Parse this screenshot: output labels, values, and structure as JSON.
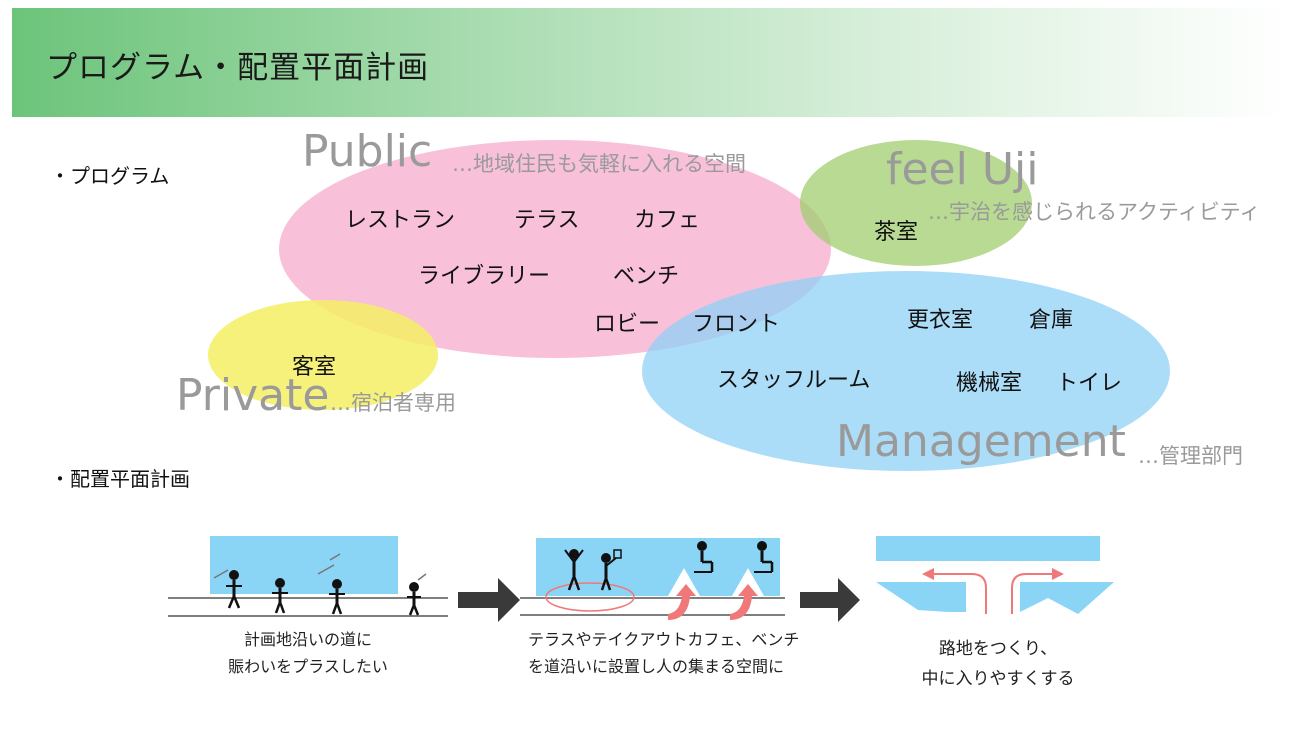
{
  "header": {
    "title": "プログラム・配置平面計画"
  },
  "sections": {
    "program": "・プログラム",
    "layout": "・配置平面計画"
  },
  "zones": {
    "public": {
      "label": "Public",
      "desc": "…地域住民も気軽に入れる空間",
      "color": "#f6b8d4"
    },
    "feel_uji": {
      "label": "feel Uji",
      "desc": "…宇治を感じられるアクティビティ",
      "color": "#a9d27e"
    },
    "private": {
      "label": "Private",
      "desc": "…宿泊者専用",
      "color": "#f3ec6a"
    },
    "management": {
      "label": "Management",
      "desc": "…管理部門",
      "color": "#9fd8f6"
    }
  },
  "rooms": {
    "restaurant": "レストラン",
    "terrace": "テラス",
    "cafe": "カフェ",
    "library": "ライブラリー",
    "bench": "ベンチ",
    "lobby": "ロビー",
    "front": "フロント",
    "tea_room": "茶室",
    "locker_room": "更衣室",
    "storage": "倉庫",
    "staff_room": "スタッフルーム",
    "machine_room": "機械室",
    "toilet": "トイレ",
    "guest_room": "客室"
  },
  "steps": [
    {
      "line1": "計画地沿いの道に",
      "line2": "賑わいをプラスしたい"
    },
    {
      "line1": "テラスやテイクアウトカフェ、ベンチ",
      "line2": "を道沿いに設置し人の集まる空間に"
    },
    {
      "line1": "路地をつくり、",
      "line2": "中に入りやすくする"
    }
  ],
  "colors": {
    "sky": "#8ad4f5",
    "arrow": "#3a3a3a",
    "accent_red": "#f07878"
  }
}
